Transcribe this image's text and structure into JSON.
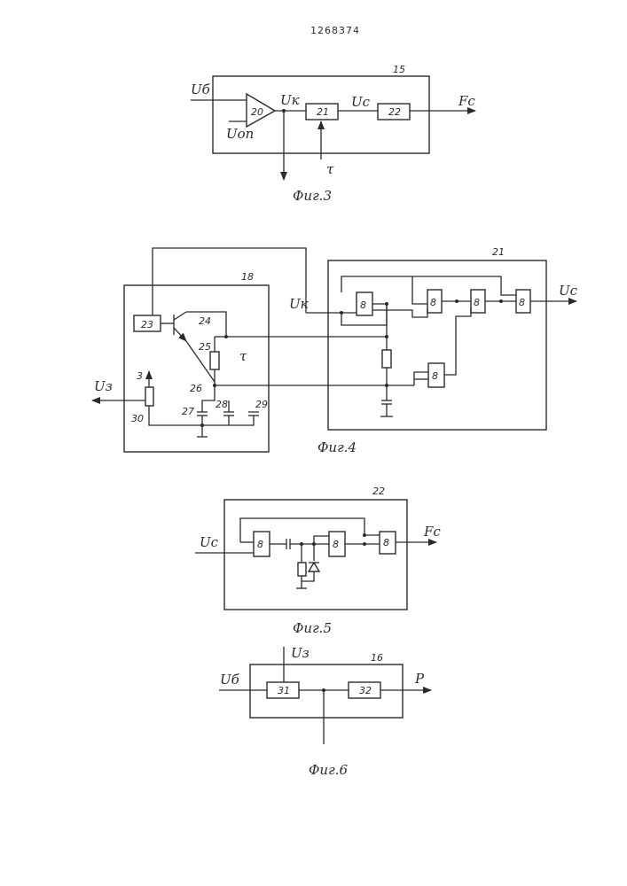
{
  "header": {
    "patent_number": "1268374"
  },
  "fig3": {
    "caption": "Фиг.3",
    "block_number": "15",
    "blocks": [
      "20",
      "21",
      "22"
    ],
    "signals": {
      "in": "Uб",
      "ref": "Uоп",
      "k": "Uк",
      "c": "Uс",
      "out": "Fc",
      "tau": "τ"
    }
  },
  "fig4": {
    "caption": "Фиг.4",
    "block_18": "18",
    "block_21": "21",
    "components": [
      "23",
      "24",
      "25",
      "26",
      "27",
      "28",
      "29",
      "30",
      "3"
    ],
    "gate_label": "8",
    "signals": {
      "k": "Uк",
      "c": "Uс",
      "z": "Uз",
      "tau": "τ"
    }
  },
  "fig5": {
    "caption": "Фиг.5",
    "block_number": "22",
    "gate_label": "8",
    "signals": {
      "in": "Uс",
      "out": "Fc"
    }
  },
  "fig6": {
    "caption": "Фиг.6",
    "block_number": "16",
    "blocks": [
      "31",
      "32"
    ],
    "signals": {
      "in": "Uб",
      "z": "Uз",
      "out": "P"
    }
  }
}
